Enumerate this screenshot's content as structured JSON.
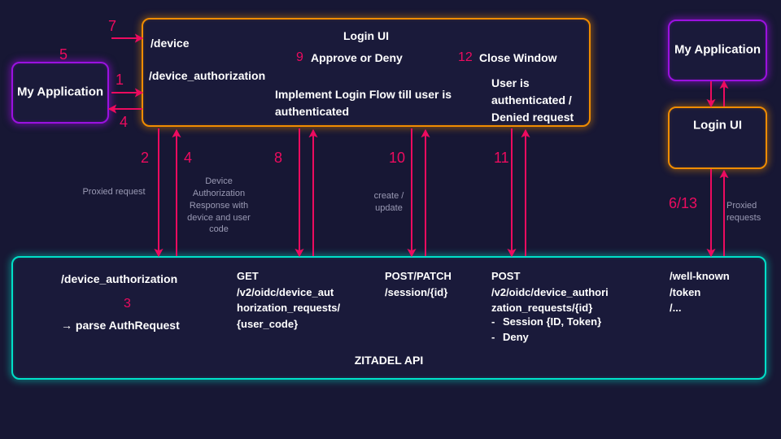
{
  "theme": {
    "background": "#171734",
    "node_fill": "#1a1a3a",
    "purple": "#9b11e0",
    "orange": "#f08c00",
    "teal": "#00e0c8",
    "arrow_pink": "#ec0b5f",
    "text_white": "#ffffff",
    "caption_grey": "#9a9ab4"
  },
  "nodes": {
    "app_left": {
      "label": "My\nApplication"
    },
    "login_ui_main": {
      "endpoint_device": "/device",
      "endpoint_device_authorization": "/device_authorization",
      "title": "Login UI",
      "approve_or_deny": "Approve or Deny",
      "close_window": "Close Window",
      "implement_login_flow": "Implement Login Flow till user is\nauthenticated",
      "user_authenticated": "User is\nauthenticated /\nDenied request"
    },
    "app_right": {
      "label": "My\nApplication"
    },
    "login_ui_right": {
      "label": "Login UI"
    },
    "zitadel_api": {
      "title": "ZITADEL API",
      "col1_line1": "/device_authorization",
      "col1_number": "3",
      "col1_line2": "→ parse AuthRequest",
      "col2": "GET\n/v2/oidc/device_aut\nhorization_requests/\n{user_code}",
      "col3": "POST/PATCH\n/session/{id}",
      "col4_head": "POST\n/v2/oidc/device_authori\nzation_requests/{id}",
      "col4_bullets": [
        "Session {ID, Token}",
        "Deny"
      ],
      "col5": "/well-known\n/token\n/..."
    }
  },
  "step_numbers": {
    "n1": "1",
    "n2": "2",
    "n3": "3",
    "n4_left": "4",
    "n4_down": "4",
    "n5": "5",
    "n6_13": "6/13",
    "n7": "7",
    "n8": "8",
    "n9": "9",
    "n10": "10",
    "n11": "11",
    "n12": "12"
  },
  "captions": {
    "proxied_request": "Proxied request",
    "device_auth_response": "Device\nAuthorization\nResponse with\ndevice and user\ncode",
    "create_update": "create /\nupdate",
    "proxied_requests": "Proxied\nrequests"
  }
}
